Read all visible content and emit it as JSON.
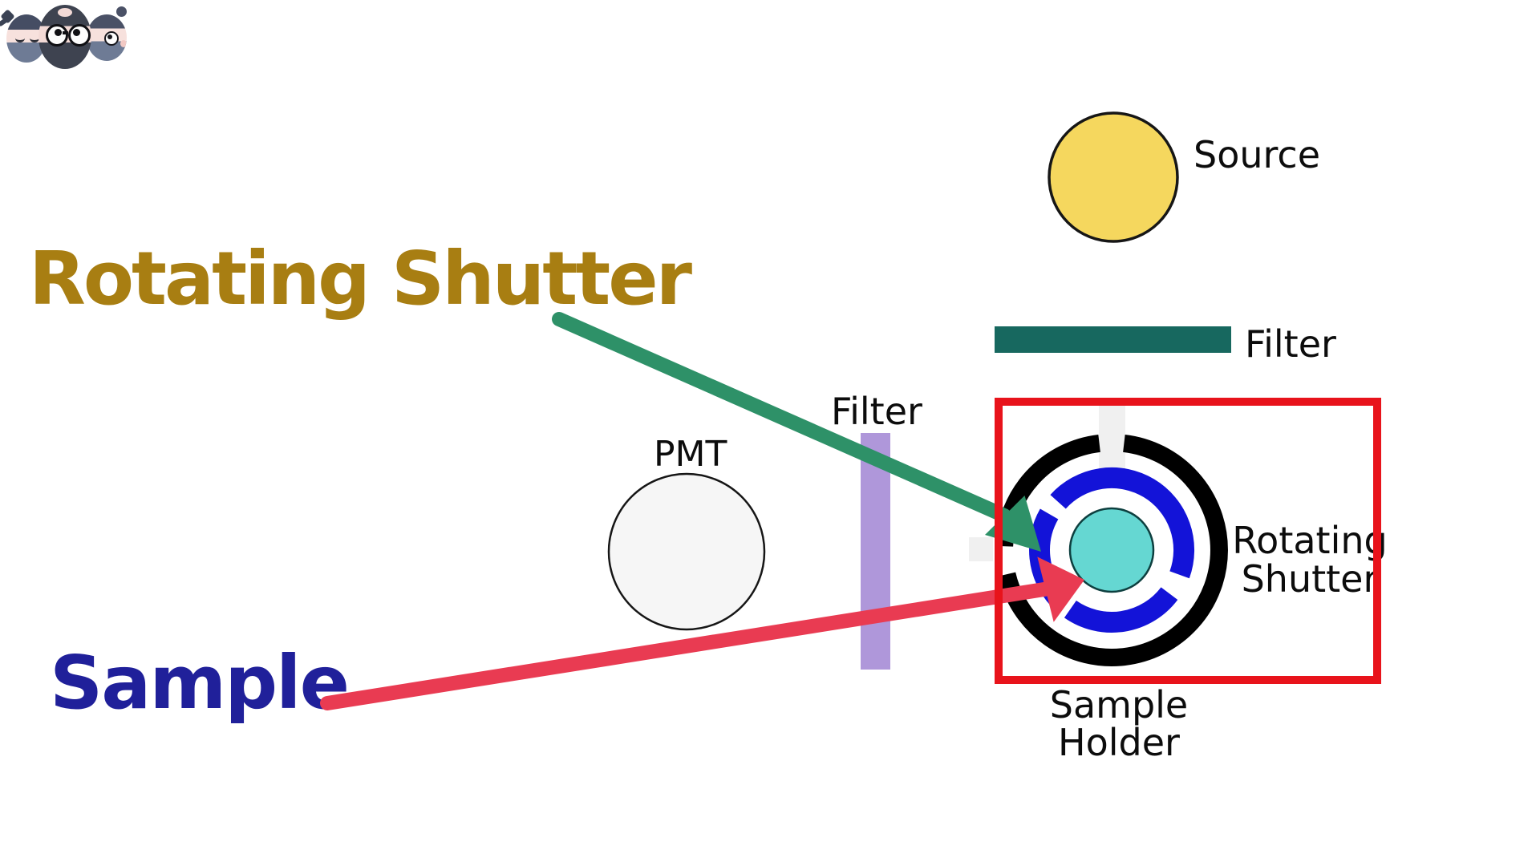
{
  "titles": {
    "rotating_shutter": "Rotating Shutter",
    "sample": "Sample"
  },
  "labels": {
    "source": "Source",
    "filter_source": "Filter",
    "filter_pmt": "Filter",
    "pmt": "PMT",
    "shutter_box_line1": "Rotating",
    "shutter_box_line2": "Shutter",
    "holder_line1": "Sample",
    "holder_line2": "Holder"
  },
  "colors": {
    "gold_text": "#A87E12",
    "blue_text": "#20209A",
    "green_arrow": "#2E9168",
    "red_arrow": "#E93B52",
    "box_red": "#E8131B",
    "filter_teal": "#17685F",
    "filter_purple": "#AF97DA",
    "source_yellow": "#F5D75E",
    "ring_black": "#000000",
    "ring_blue": "#1313D8",
    "sample_cyan": "#65D7D2",
    "pmt_fill": "#F6F6F6",
    "notch_gray": "#F0F0F0"
  }
}
